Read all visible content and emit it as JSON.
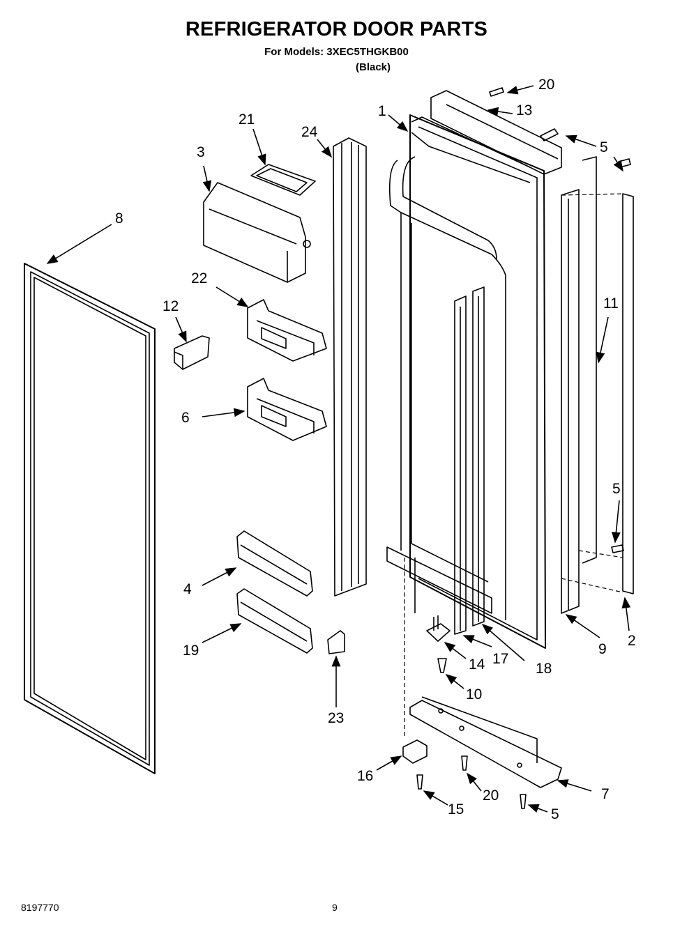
{
  "header": {
    "title": "REFRIGERATOR DOOR PARTS",
    "models_line": "For Models: 3XEC5THGKB00",
    "color_line": "(Black)"
  },
  "callouts": [
    {
      "id": "c20a",
      "label": "20"
    },
    {
      "id": "c13",
      "label": "13"
    },
    {
      "id": "c1",
      "label": "1"
    },
    {
      "id": "c21",
      "label": "21"
    },
    {
      "id": "c24",
      "label": "24"
    },
    {
      "id": "c5a",
      "label": "5"
    },
    {
      "id": "c3",
      "label": "3"
    },
    {
      "id": "c8",
      "label": "8"
    },
    {
      "id": "c22",
      "label": "22"
    },
    {
      "id": "c11",
      "label": "11"
    },
    {
      "id": "c12",
      "label": "12"
    },
    {
      "id": "c6",
      "label": "6"
    },
    {
      "id": "c5b",
      "label": "5"
    },
    {
      "id": "c4",
      "label": "4"
    },
    {
      "id": "c19",
      "label": "19"
    },
    {
      "id": "c14",
      "label": "14"
    },
    {
      "id": "c17",
      "label": "17"
    },
    {
      "id": "c18",
      "label": "18"
    },
    {
      "id": "c9",
      "label": "9"
    },
    {
      "id": "c2",
      "label": "2"
    },
    {
      "id": "c10",
      "label": "10"
    },
    {
      "id": "c23",
      "label": "23"
    },
    {
      "id": "c16",
      "label": "16"
    },
    {
      "id": "c20b",
      "label": "20"
    },
    {
      "id": "c7",
      "label": "7"
    },
    {
      "id": "c15",
      "label": "15"
    },
    {
      "id": "c5c",
      "label": "5"
    }
  ],
  "footer": {
    "part_number": "8197770",
    "page_number": "9"
  }
}
